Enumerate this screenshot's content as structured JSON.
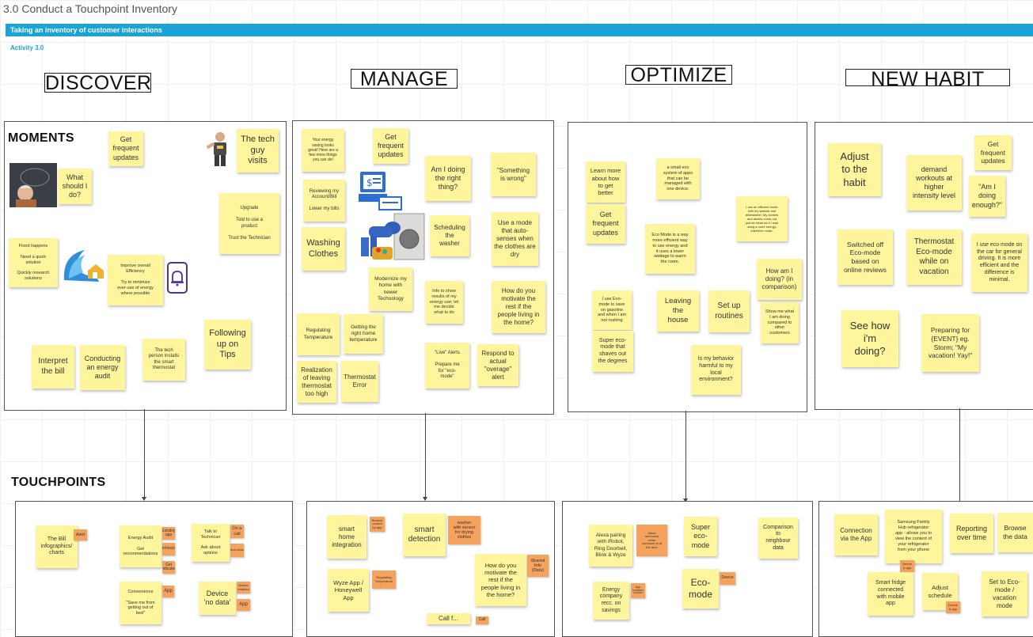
{
  "doc_title": "3.0 Conduct a Touchpoint Inventory",
  "banner": "Taking an inventory of customer interactions",
  "activity": "Activity 3.0",
  "stages": {
    "discover": "DISCOVER",
    "manage": "MANAGE",
    "optimize": "OPTIMIZE",
    "new_habit": "NEW HABIT"
  },
  "labels": {
    "moments": "MOMENTS",
    "touchpoints": "TOUCHPOINTS"
  },
  "colors": {
    "banner": "#1aa3d9",
    "sticky": "#fff59d",
    "tag": "#f5a35c"
  },
  "icons": [
    "thinking-person-icon",
    "technician-icon",
    "wave-house-icon",
    "phone-bell-icon",
    "computer-bill-icon",
    "person-washer-icon"
  ],
  "moments": {
    "discover": [
      "Get\nfrequent\nupdates",
      "What\nshould I\ndo?",
      "The tech\nguy\nvisits",
      "Upgrade\n\nTold to use a\nproduct\n\nTrust the Technician",
      "Flood happens\n\nNeed a quick\nsolution\n\nQuickly research\nsolutions",
      "Improve overall\nEfficiency\n\nTry to minimize\nover-use of energy\nwhere possible",
      "Following\nup on\nTips",
      "Interpret\nthe bill",
      "Conducting\nan energy\naudit",
      "The tech\nperson installs\nthe smart\nthermostat"
    ],
    "manage": [
      "Your energy\nsaving looks\ngreat! Here are a\nfew more things\nyou can do!",
      "Get\nfrequent\nupdates",
      "Am I doing\nthe right\nthing?",
      "\"Something\nis wrong\"",
      "Reviewing my\nAccount/Bill\n\nLower my bills",
      "Washing\nClothes",
      "Scheduling\nthe\nwasher",
      "Use a mode\nthat auto-\nsenses when\nthe clothes are\ndry",
      "Modernize my\nhome with\nnewer\nTechnology",
      "Info to show\nresults of my\nenergy use; let\nme decide\nwhat to do",
      "How do you\nmotivate the\nrest if the\npeople living in\nthe home?",
      "Regulating\nTemperature",
      "Getting the\nright home\ntemperature",
      "\"Live\" Alerts\n\nPrepare me\nfor \"eco-\nmode\"",
      "Respond to\nactual\n\"overage\"\nalert",
      "Realization\nof leaving\nthermostat\ntoo high",
      "Thermostat\nError"
    ],
    "optimize": [
      "Learn more\nabout how\nto get\nbetter",
      "a small eco\nsystem of apps\nthat can be\nmanaged with\none device.",
      "Get\nfrequent\nupdates",
      "I use an efficient mode\nwith my washer and\ndishwasher. My clothes\nand dishes come out\njust as clean as if I was\nusing a more energy-\nintensive mode.",
      "Eco Mode is a way\nmore efficient way\nto use energy and\nit uses a lower\nwattage to warm\nthe room.",
      "How am I\ndoing? (in\ncomparison)",
      "I use Eco-\nmode to save\non gasoline\nand when I am\nnot rushing",
      "Leaving\nthe\nhouse",
      "Set up\nroutines",
      "Show me what\nI am doing\ncompared to\nother\ncustomers",
      "Super eco-\nmode that\nshaves out\nthe degrees",
      "Is my behavior\nharmful to my\nlocal\nenvironment?"
    ],
    "new_habit": [
      "Adjust\nto the\nhabit",
      "demand\nworkouts at\nhigher\nintensity level",
      "Get\nfrequent\nupdates",
      "\"Am I\ndoing\nenough?\"",
      "Switched off\nEco-mode\nbased on\nonline reviews",
      "Thermostat\nEco-mode\nwhile on\nvacation",
      "I use eco mode on\nthe car for general\ndriving. It is more\nefficient and the\ndifference is\nminimal.",
      "See how\ni'm\ndoing?",
      "Preparing for\n{EVENT} eg.\nStorm; \"My\nvacation! Yay!\""
    ]
  },
  "touchpoints": {
    "discover": [
      "The Bill\ninfographics/\ncharts",
      "Energy Audit\n\nGet\nrecommendations",
      "Talk to\nTechnican\n\nAsk about\noptions",
      "Convenience\n\n\"Save me from\ngetting out of\nbed\"",
      "Device\n'no data'"
    ],
    "discover_tags": [
      "Alert",
      "Existing\napp",
      "Technician",
      "Get\nindicated",
      "On a\ncall",
      "Technician",
      "App",
      "Device\nenabled",
      "App"
    ],
    "manage": [
      "smart\nhome\nintegration",
      "smart\ndetection",
      "Wyze App /\nHoneywell\nApp",
      "How do you\nmotivate the\nrest if the\npeople living in\nthe home?",
      "Call f..."
    ],
    "manage_tags": [
      "Remote\ncontrol\nby app",
      "washer\nwith sensor\nfor drying\nclothes",
      "Regulating\nTemperature",
      "Shared\nInfo\n(Data)",
      "Call"
    ],
    "optimize": [
      "Alexa pairing\nwith iRobot,\nRing Doorbell,\nBlink & Wyze",
      "Super\neco-\nmode",
      "Comparison\nto\nneighbour\ndata",
      "Energy\ncompany\nrecc. on\nsavings",
      "Eco-\nmode"
    ],
    "optimize_tags": [
      "Alexa\nannounce\nwhen\nsomeone is at\nthe door",
      "App\nfunctions\ncolumn",
      "Device"
    ],
    "new_habit": [
      "Connection\nvia the App",
      "Samsung Family\nHub refrigerator\napp - allows you to\nview the content of\nyour refrigerator\nfrom your phone",
      "Reporting\nover time",
      "Browse\nthe data",
      "Smart fridge\nconnected\nwith mobile\napp",
      "Adjust\nschedule",
      "Set to Eco-\nmode /\nvacation\nmode"
    ],
    "new_habit_tags": [
      "Device\n& app",
      "Device\n& app"
    ]
  }
}
